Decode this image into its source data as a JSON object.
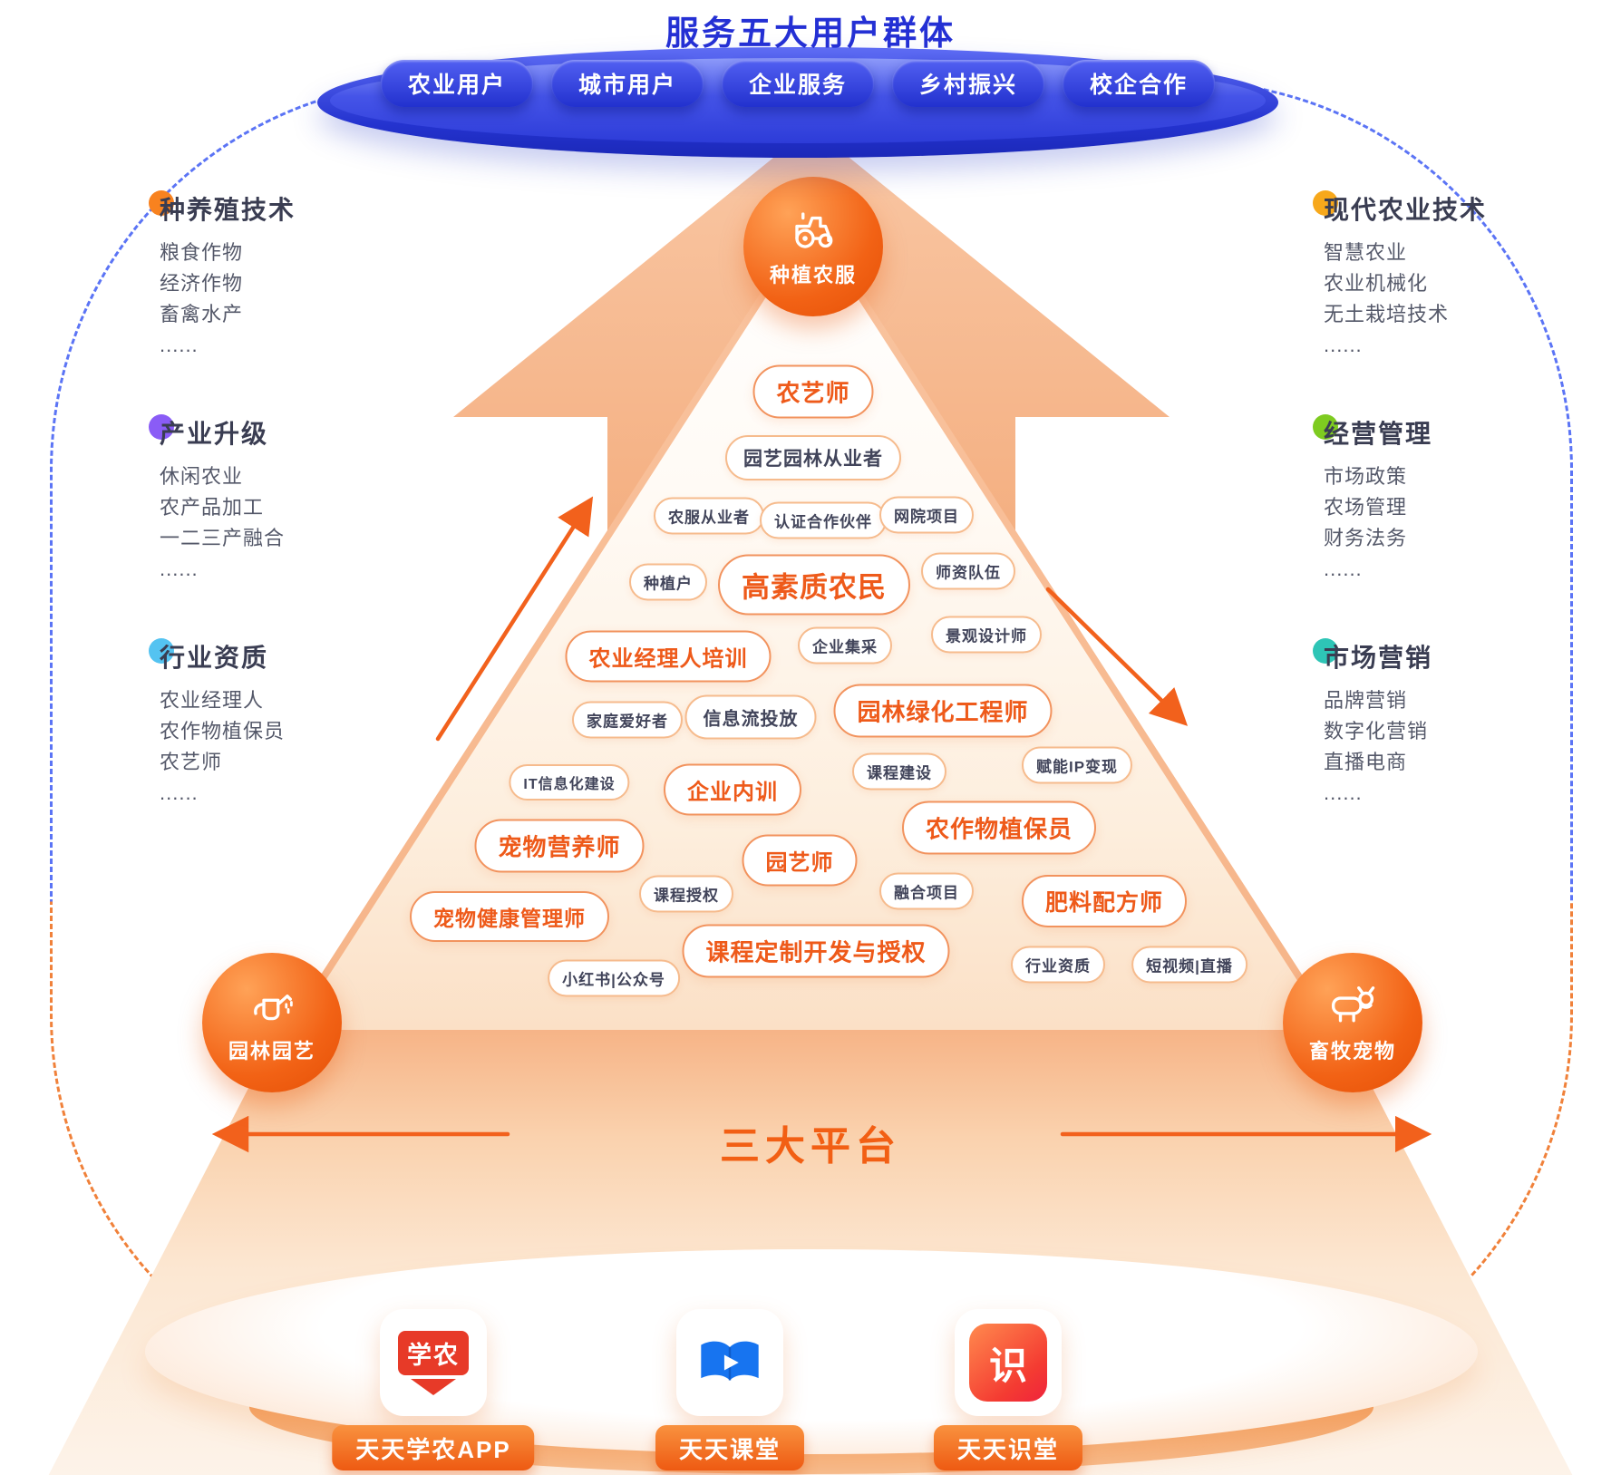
{
  "title": "服务五大用户群体",
  "user_groups": [
    "农业用户",
    "城市用户",
    "企业服务",
    "乡村振兴",
    "校企合作"
  ],
  "nodes": {
    "top": {
      "label": "种植农服",
      "icon": "tractor-icon"
    },
    "left": {
      "label": "园林园艺",
      "icon": "watering-can-icon"
    },
    "right": {
      "label": "畜牧宠物",
      "icon": "cow-icon"
    }
  },
  "pyramid_tags": [
    {
      "text": "农艺师",
      "emphasis": "primary"
    },
    {
      "text": "园艺园林从业者",
      "emphasis": "secondary"
    },
    {
      "text": "农服从业者",
      "emphasis": "secondary"
    },
    {
      "text": "认证合作伙伴",
      "emphasis": "secondary"
    },
    {
      "text": "网院项目",
      "emphasis": "secondary"
    },
    {
      "text": "种植户",
      "emphasis": "secondary"
    },
    {
      "text": "高素质农民",
      "emphasis": "primary"
    },
    {
      "text": "师资队伍",
      "emphasis": "secondary"
    },
    {
      "text": "企业集采",
      "emphasis": "secondary"
    },
    {
      "text": "景观设计师",
      "emphasis": "secondary"
    },
    {
      "text": "农业经理人培训",
      "emphasis": "primary"
    },
    {
      "text": "家庭爱好者",
      "emphasis": "secondary"
    },
    {
      "text": "信息流投放",
      "emphasis": "secondary"
    },
    {
      "text": "园林绿化工程师",
      "emphasis": "primary"
    },
    {
      "text": "IT信息化建设",
      "emphasis": "secondary"
    },
    {
      "text": "企业内训",
      "emphasis": "primary"
    },
    {
      "text": "课程建设",
      "emphasis": "secondary"
    },
    {
      "text": "赋能IP变现",
      "emphasis": "secondary"
    },
    {
      "text": "宠物营养师",
      "emphasis": "primary"
    },
    {
      "text": "园艺师",
      "emphasis": "primary"
    },
    {
      "text": "农作物植保员",
      "emphasis": "primary"
    },
    {
      "text": "宠物健康管理师",
      "emphasis": "primary"
    },
    {
      "text": "课程授权",
      "emphasis": "secondary"
    },
    {
      "text": "融合项目",
      "emphasis": "secondary"
    },
    {
      "text": "肥料配方师",
      "emphasis": "primary"
    },
    {
      "text": "课程定制开发与授权",
      "emphasis": "primary"
    },
    {
      "text": "小红书|公众号",
      "emphasis": "secondary"
    },
    {
      "text": "行业资质",
      "emphasis": "secondary"
    },
    {
      "text": "短视频|直播",
      "emphasis": "secondary"
    }
  ],
  "left_sections": [
    {
      "title": "种养殖技术",
      "color": "#f8821f",
      "items": [
        "粮食作物",
        "经济作物",
        "畜禽水产",
        "......"
      ]
    },
    {
      "title": "产业升级",
      "color": "#8a5cf6",
      "items": [
        "休闲农业",
        "农产品加工",
        "一二三产融合",
        "......"
      ]
    },
    {
      "title": "行业资质",
      "color": "#54c3f1",
      "items": [
        "农业经理人",
        "农作物植保员",
        "农艺师",
        "......"
      ]
    }
  ],
  "right_sections": [
    {
      "title": "现代农业技术",
      "color": "#f7a81b",
      "items": [
        "智慧农业",
        "农业机械化",
        "无土栽培技术",
        "......"
      ]
    },
    {
      "title": "经营管理",
      "color": "#7ecb20",
      "items": [
        "市场政策",
        "农场管理",
        "财务法务",
        "......"
      ]
    },
    {
      "title": "市场营销",
      "color": "#2ec5b6",
      "items": [
        "品牌营销",
        "数字化营销",
        "直播电商",
        "......"
      ]
    }
  ],
  "platform_section": {
    "title": "三大平台",
    "platforms": [
      {
        "name": "天天学农APP",
        "icon": "xuenong-app-icon",
        "icon_text": "学农"
      },
      {
        "name": "天天课堂",
        "icon": "ketang-app-icon"
      },
      {
        "name": "天天识堂",
        "icon": "shitang-app-icon",
        "icon_text": "识"
      }
    ]
  },
  "colors": {
    "brand_blue": "#2430d4",
    "brand_orange": "#f2611c",
    "pyramid_peach": "#f8c09a",
    "dashed_blue": "#5b74f5",
    "dashed_orange": "#f0813a"
  }
}
